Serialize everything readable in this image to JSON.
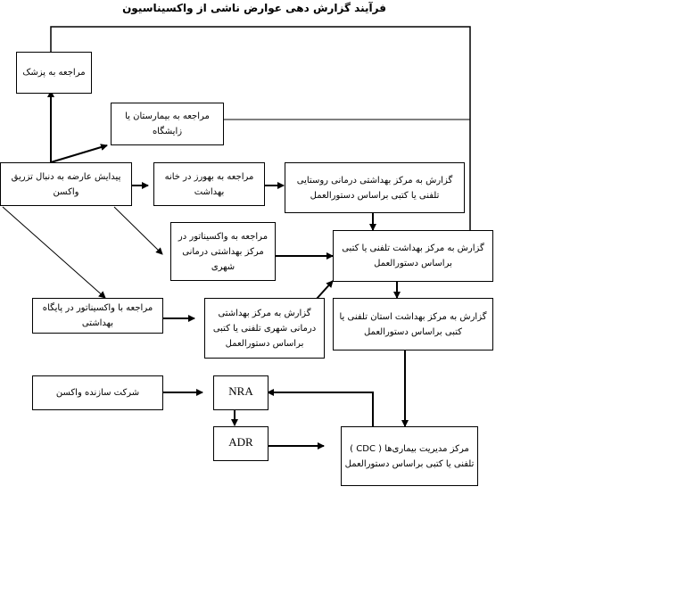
{
  "title": "فرآیند گزارش دهی عوارض ناشی از واکسیناسیون",
  "nodes": {
    "doctor": "مراجعه به پزشک",
    "hospital": "مراجعه به بیمارستان یا زایشگاه",
    "start": "پیدایش عارضه به دنبال تزریق واکسن",
    "health_house": "مراجعه به بهورز در خانه بهداشت",
    "report_rural": "گزارش به مرکز بهداشتی درمانی روستایی تلفنی یا کتبی براساس دستورالعمل",
    "vaccinator_center": "مراجعه به واکسیناتور در مرکز بهداشتی درمانی شهری",
    "report_district": "گزارش به مرکز بهداشت تلفنی یا کتبی براساس دستورالعمل",
    "vaccinator_post": "مراجعه با واکسیناتور در پایگاه بهداشتی",
    "report_urban": "گزارش به مرکز بهداشتی درمانی شهری تلفنی یا کتبی براساس دستورالعمل",
    "report_province": "گزارش به مرکز بهداشت استان تلفنی یا کتبی براساس دستورالعمل",
    "manufacturer": "شرکت سازنده واکسن",
    "nra": "NRA",
    "adr": "ADR",
    "cdc": "مرکز مدیریت بیماری‌ها ( CDC ) تلفنی یا کتبی براساس دستورالعمل"
  }
}
